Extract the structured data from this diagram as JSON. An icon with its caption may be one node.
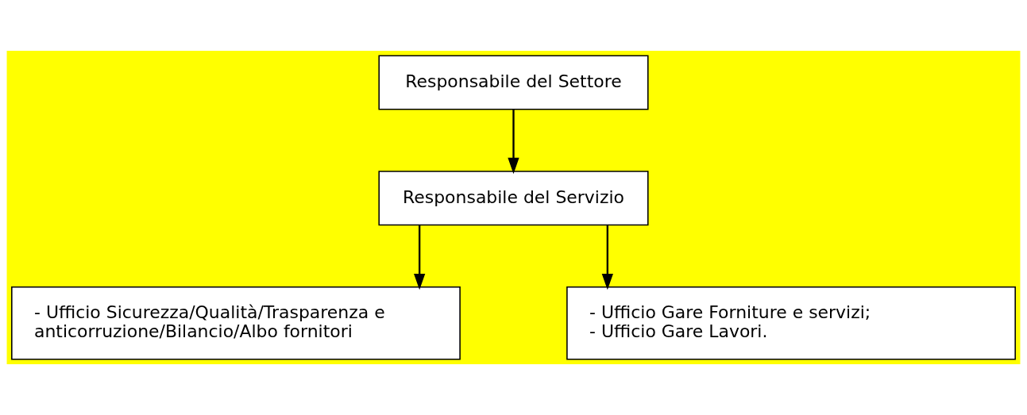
{
  "diagram": {
    "nodes": [
      {
        "text": [
          "Responsabile del Settore"
        ]
      },
      {
        "text": [
          "Responsabile del Servizio"
        ]
      },
      {
        "text": [
          "- Ufficio Sicurezza/Qualità/Trasparenza e anticorruzione/Bilancio/Albo fornitori"
        ]
      },
      {
        "text": [
          "- Ufficio Gare Forniture e servizi;",
          "- Ufficio Gare Lavori."
        ]
      }
    ],
    "edges": [
      {
        "from": 0,
        "to": 1,
        "arrow": "to"
      },
      {
        "from": 1,
        "to": 2,
        "arrow": "to"
      },
      {
        "from": 1,
        "to": 3,
        "arrow": "to"
      }
    ]
  }
}
